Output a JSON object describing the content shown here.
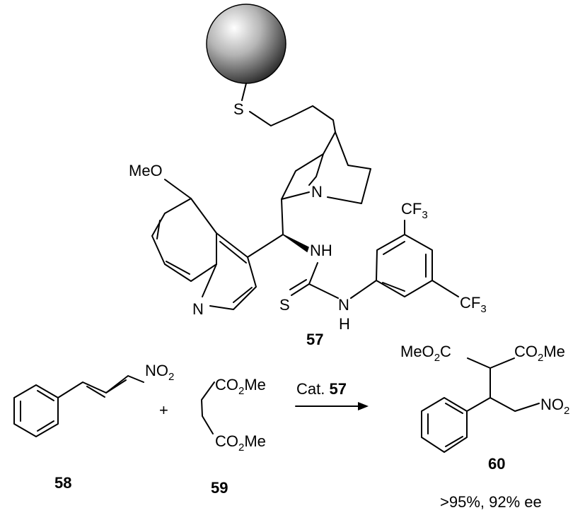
{
  "catalyst": {
    "labels": {
      "S": "S",
      "MeO": "MeO",
      "N_quinuclidine": "N",
      "NH": "NH",
      "CF3_top": "CF",
      "CF3_top_sub": "3",
      "CF3_bottom": "CF",
      "CF3_bottom_sub": "3",
      "S_thiourea": "S",
      "N_thiourea": "N",
      "H_thiourea": "H",
      "N_quinoline": "N"
    },
    "compound_number": "57"
  },
  "reactants": {
    "nitrostyrene": {
      "no2": "NO",
      "no2_sub": "2",
      "number": "58"
    },
    "plus": "+",
    "malonate": {
      "top_a": "CO",
      "top_sub": "2",
      "top_b": "Me",
      "bottom_a": "CO",
      "bottom_sub": "2",
      "bottom_b": "Me",
      "number": "59"
    }
  },
  "arrow": {
    "prefix": "Cat. ",
    "catalyst_number": "57"
  },
  "product": {
    "left_a": "MeO",
    "left_sub": "2",
    "left_b": "C",
    "right_a": "CO",
    "right_sub": "2",
    "right_b": "Me",
    "no2": "NO",
    "no2_sub": "2",
    "number": "60",
    "yield": ">95%, 92% ee"
  }
}
